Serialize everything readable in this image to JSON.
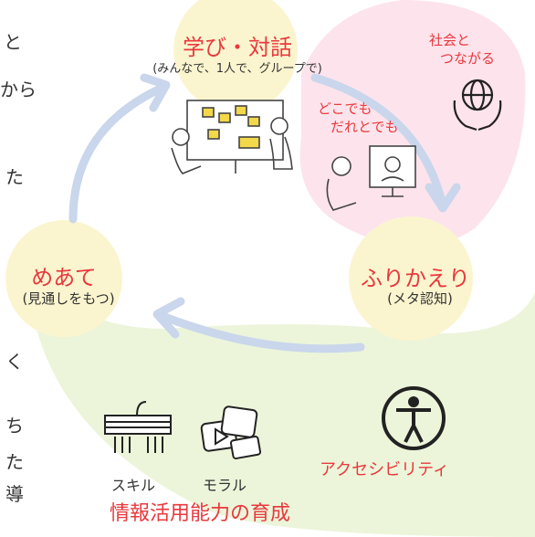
{
  "left_fragment": {
    "top": "と",
    "middle": "から",
    "bottom1": "た",
    "bottom2": "く",
    "bottom3": "ち",
    "bottom4": "た",
    "bottom5": "導"
  },
  "nodes": {
    "manabi": {
      "title": "学び・対話",
      "subtitle": "(みんなで、1人で、グループで)"
    },
    "shakai": {
      "line1": "社会と",
      "line2": "つながる"
    },
    "dokodemo": {
      "line1": "どこでも",
      "line2": "だれとでも"
    },
    "furikaeri": {
      "title": "ふりかえり",
      "subtitle": "(メタ認知)"
    },
    "meate": {
      "title": "めあて",
      "subtitle": "(見通しをもつ)"
    }
  },
  "bottom": {
    "skill": "スキル",
    "moral": "モラル",
    "accessibility": "アクセシビリティ",
    "title": "情報活用能力の育成"
  },
  "colors": {
    "accent_red": "#e8393d",
    "cycle_yellow": "#fbf5cf",
    "pink": "#fde3ec",
    "green": "#ecf5da",
    "arrow_blue": "#c9d6ec"
  }
}
